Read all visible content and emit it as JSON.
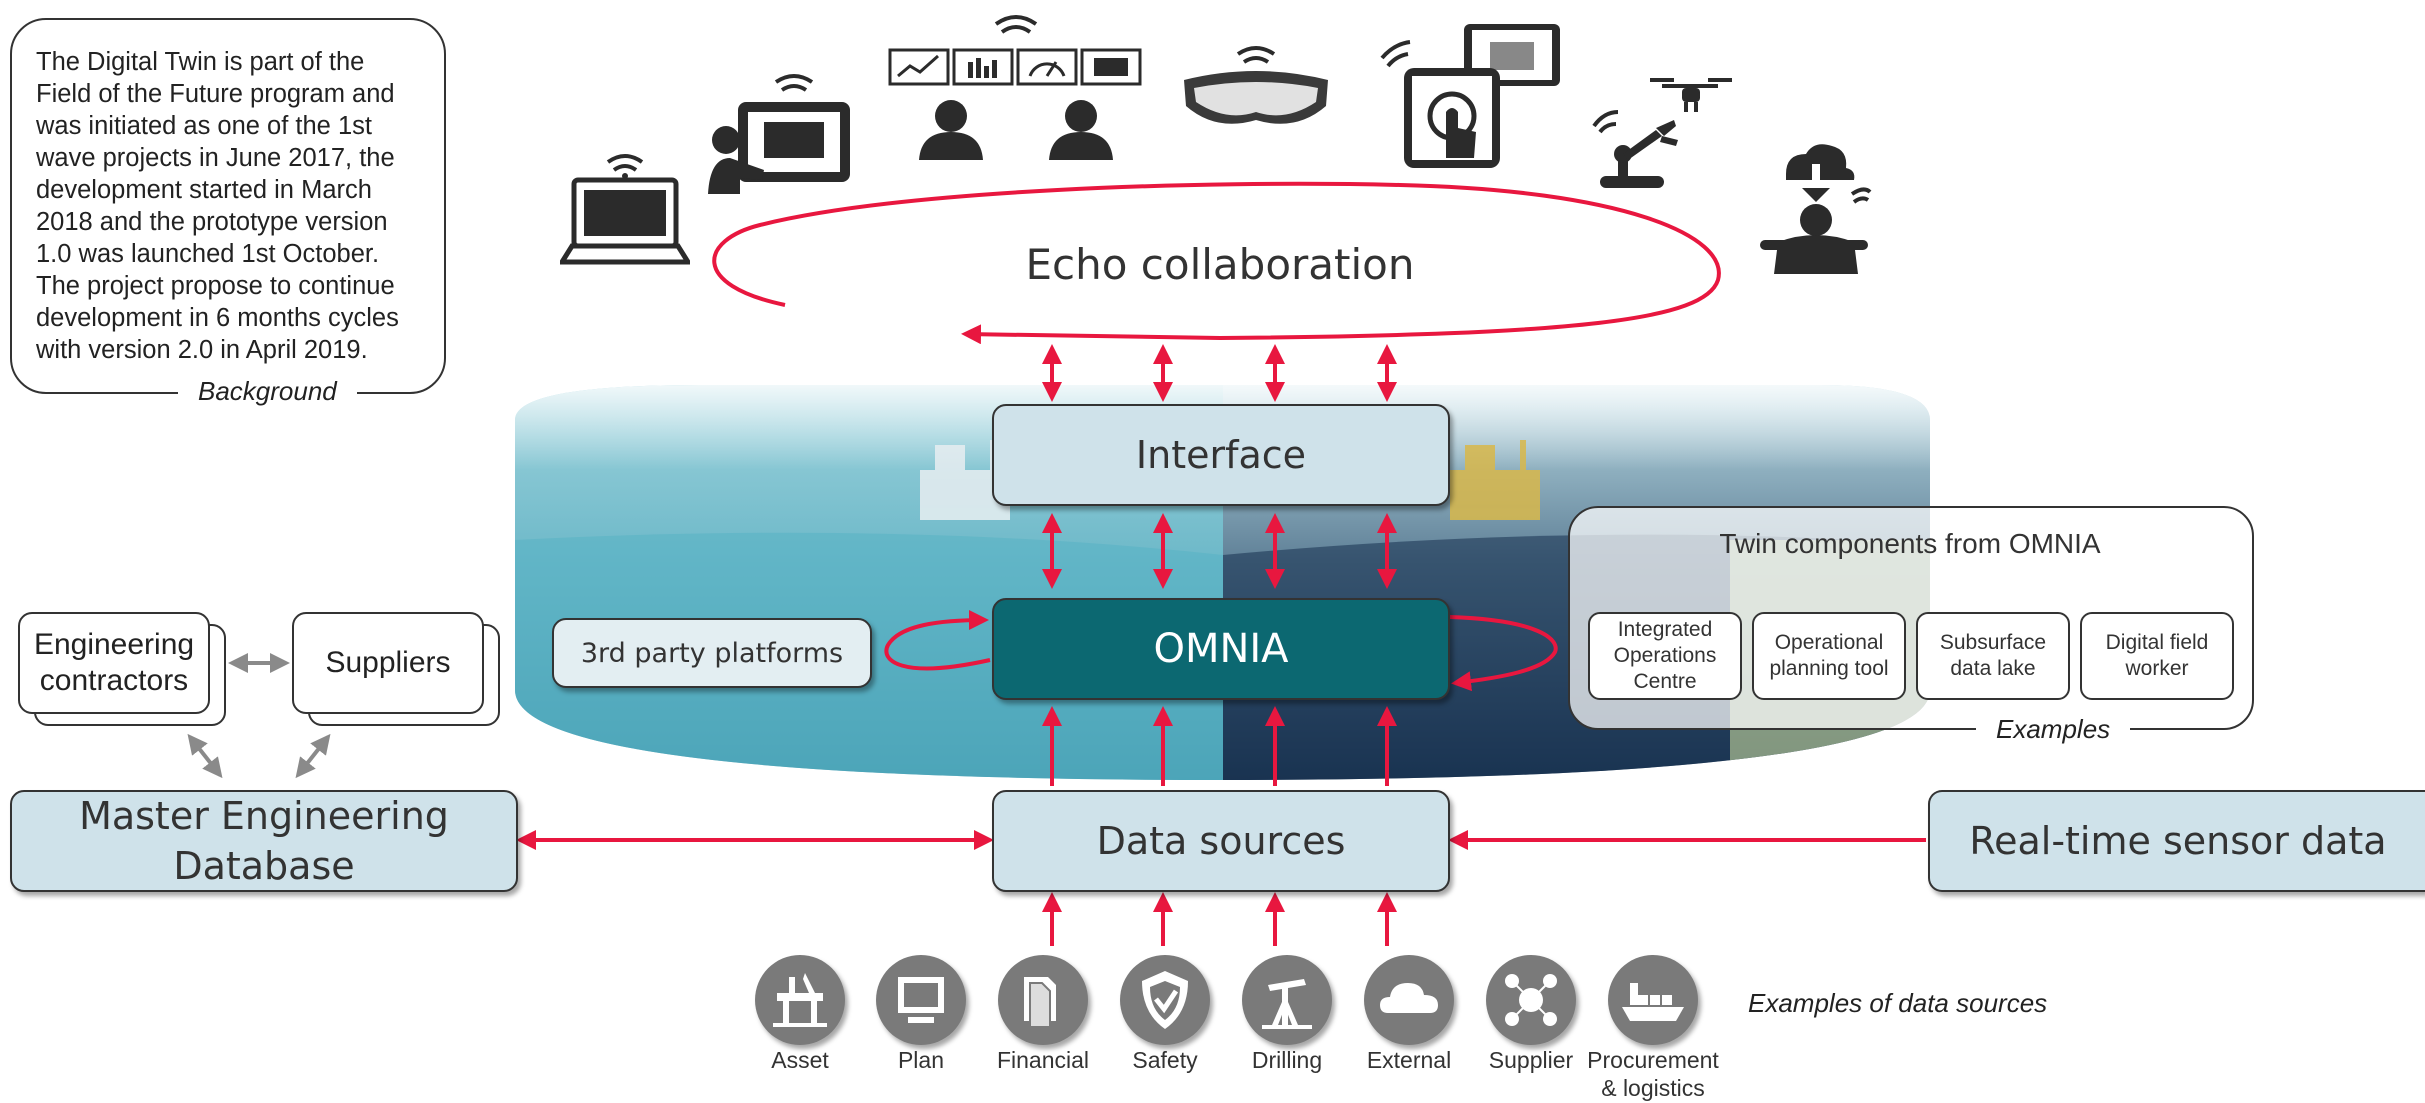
{
  "background": {
    "text": "The Digital Twin is part of the Field of the Future program and was initiated as one of the 1st wave projects in June 2017, the development started in March 2018 and the prototype version 1.0 was launched 1st October. The project propose to continue development in 6 months cycles with version 2.0 in April 2019.",
    "tag": "Background"
  },
  "collaboration": {
    "label": "Echo collaboration"
  },
  "interface": {
    "label": "Interface"
  },
  "omnia": {
    "label": "OMNIA"
  },
  "third_party": {
    "label": "3rd party platforms"
  },
  "twin_components": {
    "title": "Twin components from OMNIA",
    "tag": "Examples",
    "items": [
      {
        "label": "Integrated Operations Centre"
      },
      {
        "label": "Operational planning tool"
      },
      {
        "label": "Subsurface data lake"
      },
      {
        "label": "Digital field worker"
      }
    ]
  },
  "engineering_contractors": {
    "label": "Engineering contractors"
  },
  "suppliers": {
    "label": "Suppliers"
  },
  "master_db": {
    "label": "Master Engineering Database"
  },
  "data_sources": {
    "label": "Data sources"
  },
  "sensor_data": {
    "label": "Real-time sensor data"
  },
  "examples_caption": "Examples of data sources",
  "sources": [
    {
      "label": "Asset",
      "icon": "platform-icon"
    },
    {
      "label": "Plan",
      "icon": "screen-icon"
    },
    {
      "label": "Financial",
      "icon": "document-icon"
    },
    {
      "label": "Safety",
      "icon": "shield-icon"
    },
    {
      "label": "Drilling",
      "icon": "pumpjack-icon"
    },
    {
      "label": "External",
      "icon": "cloud-icon"
    },
    {
      "label": "Supplier",
      "icon": "network-icon"
    },
    {
      "label": "Procurement & logistics",
      "icon": "ship-icon"
    }
  ],
  "colors": {
    "arrow": "#e8173f",
    "box_fill": "#cfe2ea",
    "omnia_fill": "#0c6871",
    "icon_gray": "#7a7a7a",
    "device_dark": "#2b2b2b"
  }
}
